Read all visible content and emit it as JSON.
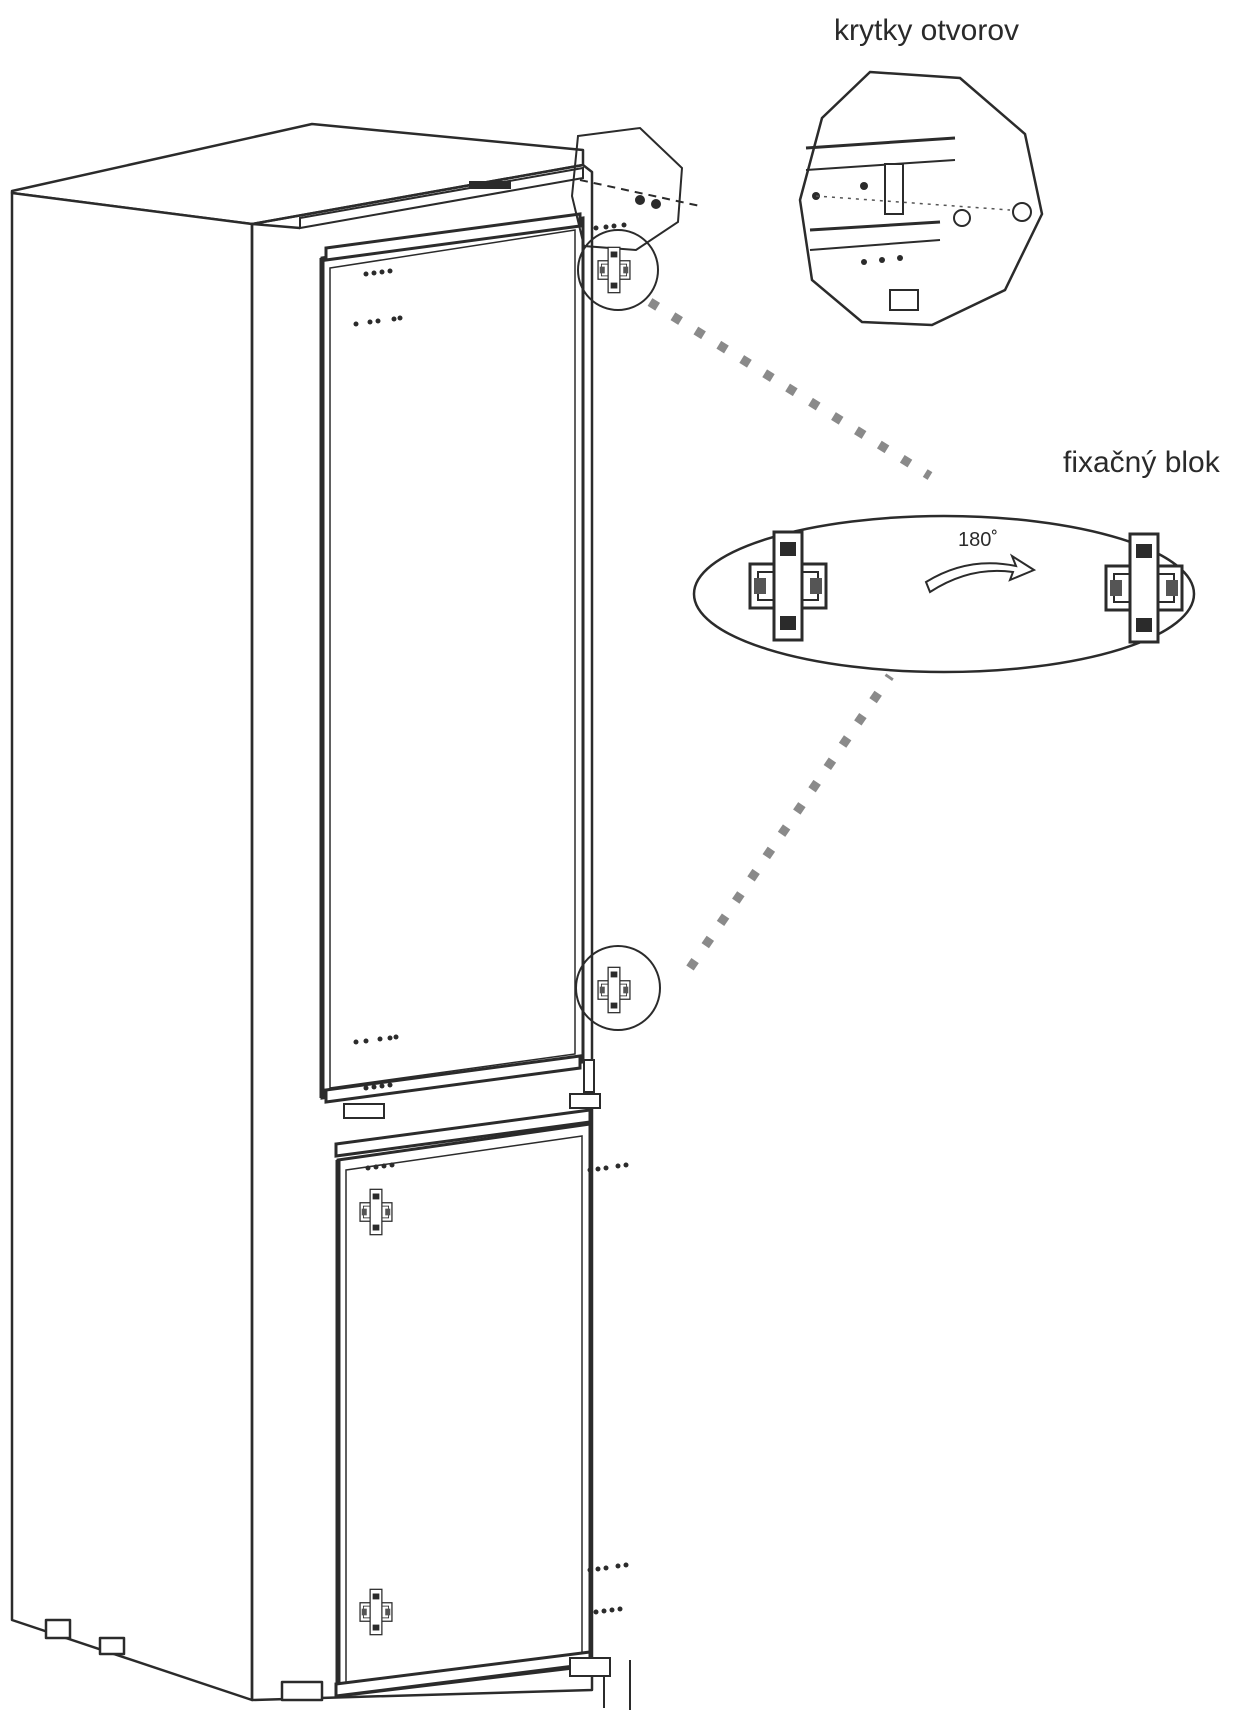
{
  "labels": {
    "hole_covers": "krytky otvorov",
    "fixing_block": "fixačný blok",
    "rotation": "180˚"
  },
  "colors": {
    "line": "#2b2b2b",
    "dots": "#8a8a8a",
    "fill": "#ffffff"
  }
}
